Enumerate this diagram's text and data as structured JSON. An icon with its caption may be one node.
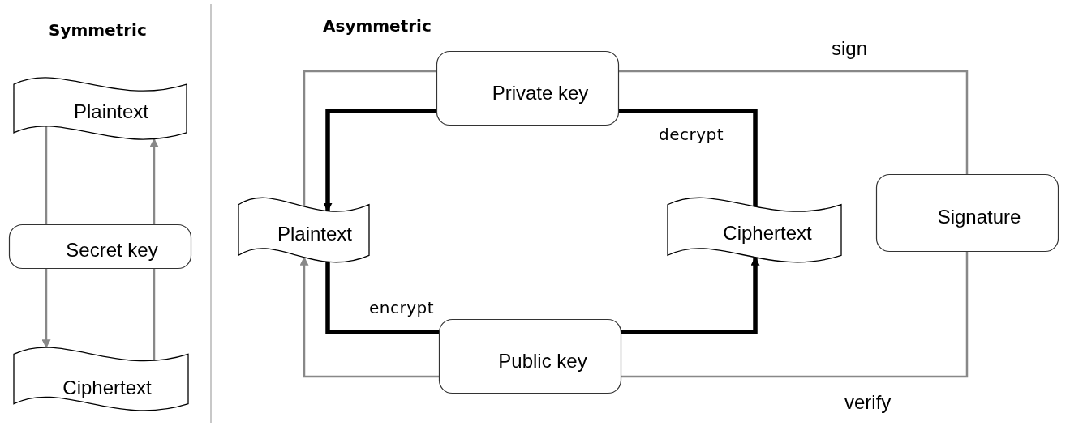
{
  "diagram": {
    "nodes": [
      {
        "text": [
          "Plaintext"
        ]
      },
      {
        "text": [
          "Secret key"
        ]
      },
      {
        "text": [
          "Ciphertext"
        ]
      },
      {
        "text": [
          "Private key"
        ]
      },
      {
        "text": [
          "Plaintext"
        ]
      },
      {
        "text": [
          "Ciphertext"
        ]
      },
      {
        "text": [
          "Public key"
        ]
      },
      {
        "text": [
          "Signature"
        ]
      }
    ],
    "edges": [
      {
        "from": 0,
        "to": 1,
        "arrow": "none"
      },
      {
        "from": 1,
        "to": 2,
        "arrow": "to"
      },
      {
        "from": 2,
        "to": 1,
        "arrow": "none"
      },
      {
        "from": 1,
        "to": 0,
        "arrow": "to"
      },
      {
        "from": 3,
        "to": 4,
        "arrow": "to",
        "style": "thick",
        "color": "#000000"
      },
      {
        "from": 4,
        "to": 6,
        "arrow": "none",
        "label": "encrypt",
        "style": "thick",
        "color": "#000000"
      },
      {
        "from": 6,
        "to": 5,
        "arrow": "to",
        "style": "thick",
        "color": "#000000"
      },
      {
        "from": 5,
        "to": 3,
        "arrow": "none",
        "label": "decrypt",
        "style": "thick",
        "color": "#000000"
      },
      {
        "from": 3,
        "to": 4,
        "arrow": "none"
      },
      {
        "from": 6,
        "to": 4,
        "arrow": "to"
      },
      {
        "from": 3,
        "to": 7,
        "arrow": "none",
        "label": "sign"
      },
      {
        "from": 7,
        "to": 6,
        "arrow": "none",
        "label": "verify"
      }
    ],
    "labels": [
      "Symmetric",
      "Asymmetric"
    ]
  }
}
